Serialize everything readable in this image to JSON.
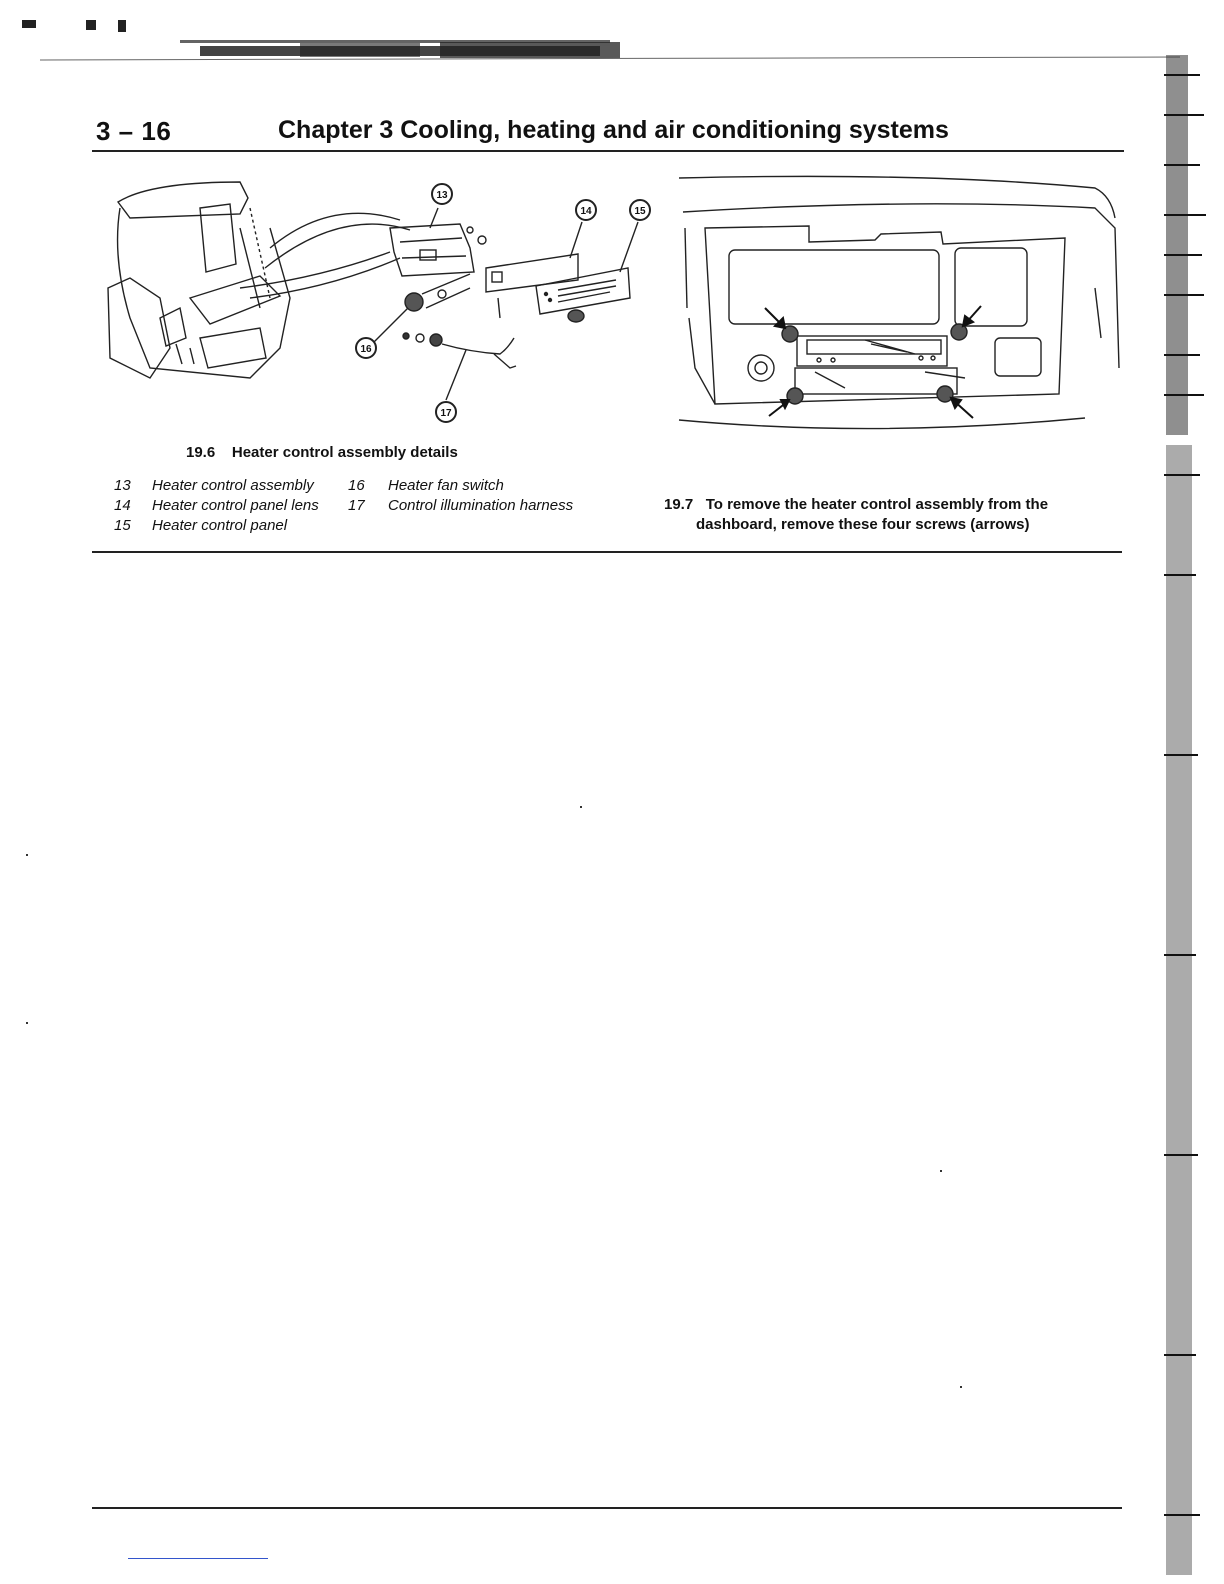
{
  "header": {
    "page_number": "3 – 16",
    "chapter_title": "Chapter 3   Cooling, heating and air conditioning systems"
  },
  "figure_19_6": {
    "caption_number": "19.6",
    "caption_text": "Heater control assembly details",
    "callouts": [
      "13",
      "14",
      "15",
      "16",
      "17"
    ],
    "legend": [
      {
        "num": "13",
        "label": "Heater control assembly"
      },
      {
        "num": "14",
        "label": "Heater control panel lens"
      },
      {
        "num": "15",
        "label": "Heater control panel"
      },
      {
        "num": "16",
        "label": "Heater fan switch"
      },
      {
        "num": "17",
        "label": "Control illumination harness"
      }
    ]
  },
  "figure_19_7": {
    "caption_number": "19.7",
    "caption_line1": "To remove the heater control assembly from the",
    "caption_line2": "dashboard, remove these four screws (arrows)"
  }
}
